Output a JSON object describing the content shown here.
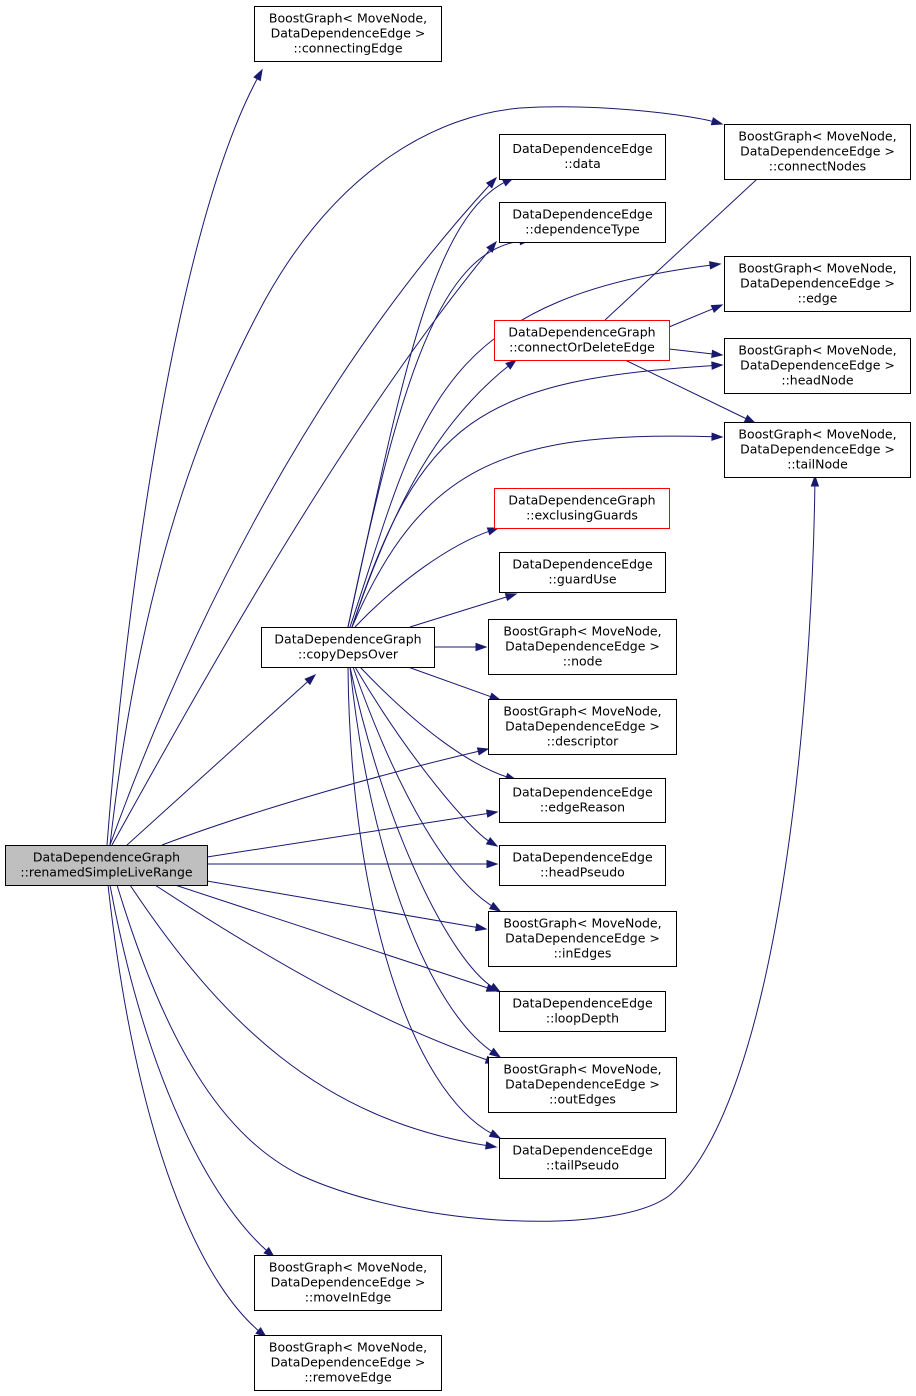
{
  "colors": {
    "edge": "#191970",
    "border": "#000000",
    "highlight_border": "#ff0000",
    "root_fill": "#bfbfbf",
    "fill": "#ffffff"
  },
  "nodes": {
    "renamedSimpleLiveRange": {
      "lines": [
        "DataDependenceGraph",
        "::renamedSimpleLiveRange"
      ],
      "style": "root"
    },
    "copyDepsOver": {
      "lines": [
        "DataDependenceGraph",
        "::copyDepsOver"
      ]
    },
    "connectingEdge": {
      "lines": [
        "BoostGraph< MoveNode,",
        "DataDependenceEdge >",
        "::connectingEdge"
      ]
    },
    "data": {
      "lines": [
        "DataDependenceEdge",
        "::data"
      ]
    },
    "connectNodes": {
      "lines": [
        "BoostGraph< MoveNode,",
        "DataDependenceEdge >",
        "::connectNodes"
      ]
    },
    "dependenceType": {
      "lines": [
        "DataDependenceEdge",
        "::dependenceType"
      ]
    },
    "edge": {
      "lines": [
        "BoostGraph< MoveNode,",
        "DataDependenceEdge >",
        "::edge"
      ]
    },
    "connectOrDeleteEdge": {
      "lines": [
        "DataDependenceGraph",
        "::connectOrDeleteEdge"
      ],
      "style": "red"
    },
    "headNode": {
      "lines": [
        "BoostGraph< MoveNode,",
        "DataDependenceEdge >",
        "::headNode"
      ]
    },
    "tailNode": {
      "lines": [
        "BoostGraph< MoveNode,",
        "DataDependenceEdge >",
        "::tailNode"
      ]
    },
    "exclusingGuards": {
      "lines": [
        "DataDependenceGraph",
        "::exclusingGuards"
      ],
      "style": "red"
    },
    "guardUse": {
      "lines": [
        "DataDependenceEdge",
        "::guardUse"
      ]
    },
    "node": {
      "lines": [
        "BoostGraph< MoveNode,",
        "DataDependenceEdge >",
        "::node"
      ]
    },
    "descriptor": {
      "lines": [
        "BoostGraph< MoveNode,",
        "DataDependenceEdge >",
        "::descriptor"
      ]
    },
    "edgeReason": {
      "lines": [
        "DataDependenceEdge",
        "::edgeReason"
      ]
    },
    "headPseudo": {
      "lines": [
        "DataDependenceEdge",
        "::headPseudo"
      ]
    },
    "inEdges": {
      "lines": [
        "BoostGraph< MoveNode,",
        "DataDependenceEdge >",
        "::inEdges"
      ]
    },
    "loopDepth": {
      "lines": [
        "DataDependenceEdge",
        "::loopDepth"
      ]
    },
    "outEdges": {
      "lines": [
        "BoostGraph< MoveNode,",
        "DataDependenceEdge >",
        "::outEdges"
      ]
    },
    "tailPseudo": {
      "lines": [
        "DataDependenceEdge",
        "::tailPseudo"
      ]
    },
    "moveInEdge": {
      "lines": [
        "BoostGraph< MoveNode,",
        "DataDependenceEdge >",
        "::moveInEdge"
      ]
    },
    "removeEdge": {
      "lines": [
        "BoostGraph< MoveNode,",
        "DataDependenceEdge >",
        "::removeEdge"
      ]
    }
  },
  "edges": [
    [
      "renamedSimpleLiveRange",
      "copyDepsOver"
    ],
    [
      "renamedSimpleLiveRange",
      "connectingEdge"
    ],
    [
      "renamedSimpleLiveRange",
      "connectNodes"
    ],
    [
      "renamedSimpleLiveRange",
      "data"
    ],
    [
      "renamedSimpleLiveRange",
      "dependenceType"
    ],
    [
      "renamedSimpleLiveRange",
      "descriptor"
    ],
    [
      "renamedSimpleLiveRange",
      "edgeReason"
    ],
    [
      "renamedSimpleLiveRange",
      "headPseudo"
    ],
    [
      "renamedSimpleLiveRange",
      "inEdges"
    ],
    [
      "renamedSimpleLiveRange",
      "loopDepth"
    ],
    [
      "renamedSimpleLiveRange",
      "outEdges"
    ],
    [
      "renamedSimpleLiveRange",
      "tailPseudo"
    ],
    [
      "renamedSimpleLiveRange",
      "tailNode"
    ],
    [
      "renamedSimpleLiveRange",
      "moveInEdge"
    ],
    [
      "renamedSimpleLiveRange",
      "removeEdge"
    ],
    [
      "copyDepsOver",
      "data"
    ],
    [
      "copyDepsOver",
      "dependenceType"
    ],
    [
      "copyDepsOver",
      "connectOrDeleteEdge"
    ],
    [
      "copyDepsOver",
      "edge"
    ],
    [
      "copyDepsOver",
      "headNode"
    ],
    [
      "copyDepsOver",
      "tailNode"
    ],
    [
      "copyDepsOver",
      "exclusingGuards"
    ],
    [
      "copyDepsOver",
      "guardUse"
    ],
    [
      "copyDepsOver",
      "node"
    ],
    [
      "copyDepsOver",
      "descriptor"
    ],
    [
      "copyDepsOver",
      "edgeReason"
    ],
    [
      "copyDepsOver",
      "headPseudo"
    ],
    [
      "copyDepsOver",
      "inEdges"
    ],
    [
      "copyDepsOver",
      "loopDepth"
    ],
    [
      "copyDepsOver",
      "outEdges"
    ],
    [
      "copyDepsOver",
      "tailPseudo"
    ],
    [
      "connectOrDeleteEdge",
      "connectNodes"
    ],
    [
      "connectOrDeleteEdge",
      "edge"
    ],
    [
      "connectOrDeleteEdge",
      "headNode"
    ],
    [
      "connectOrDeleteEdge",
      "tailNode"
    ]
  ]
}
